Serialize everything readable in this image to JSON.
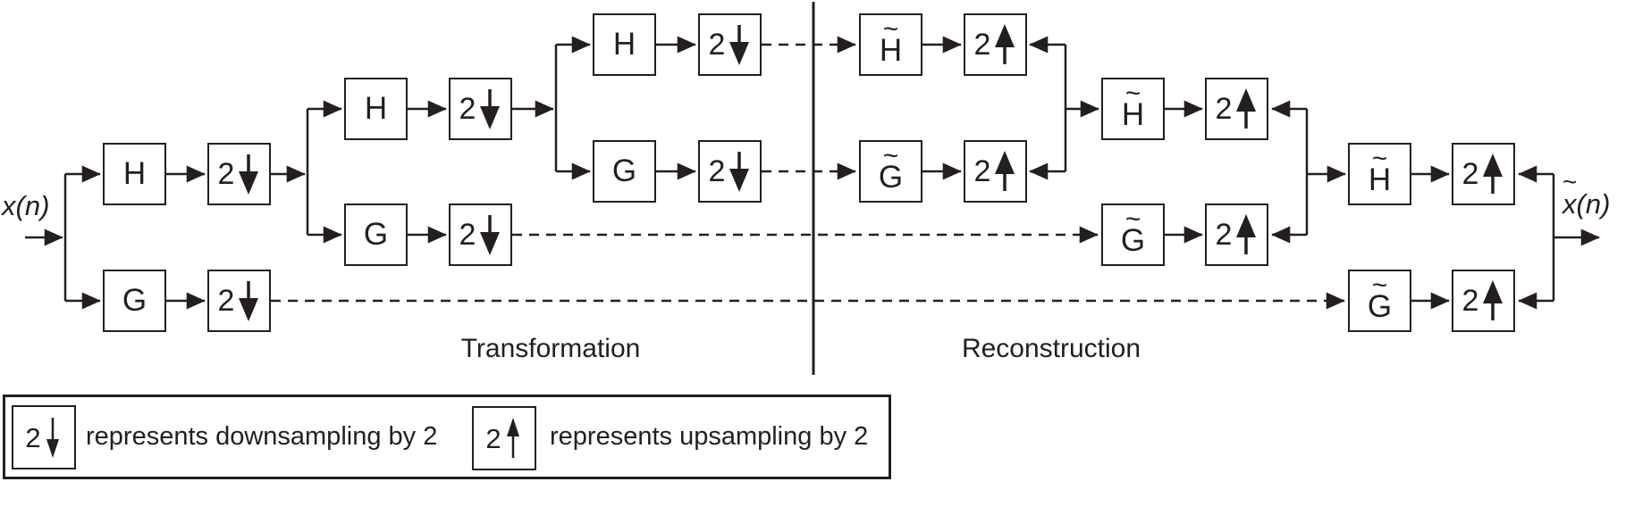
{
  "diagram": {
    "input": {
      "x": "x",
      "rest": "(n)"
    },
    "output": {
      "tilde": "~",
      "x": "x",
      "rest": "(n)"
    },
    "sections": {
      "left": "Transformation",
      "right": "Reconstruction"
    },
    "filters": {
      "h": "H",
      "g": "G",
      "tilde": "~"
    },
    "sampler_factor": "2"
  },
  "legend": {
    "down_symbol": "2",
    "down_text": "represents downsampling by 2",
    "up_symbol": "2",
    "up_text": "represents upsampling by 2"
  },
  "colors": {
    "ink": "#231f20",
    "paper": "#ffffff"
  }
}
